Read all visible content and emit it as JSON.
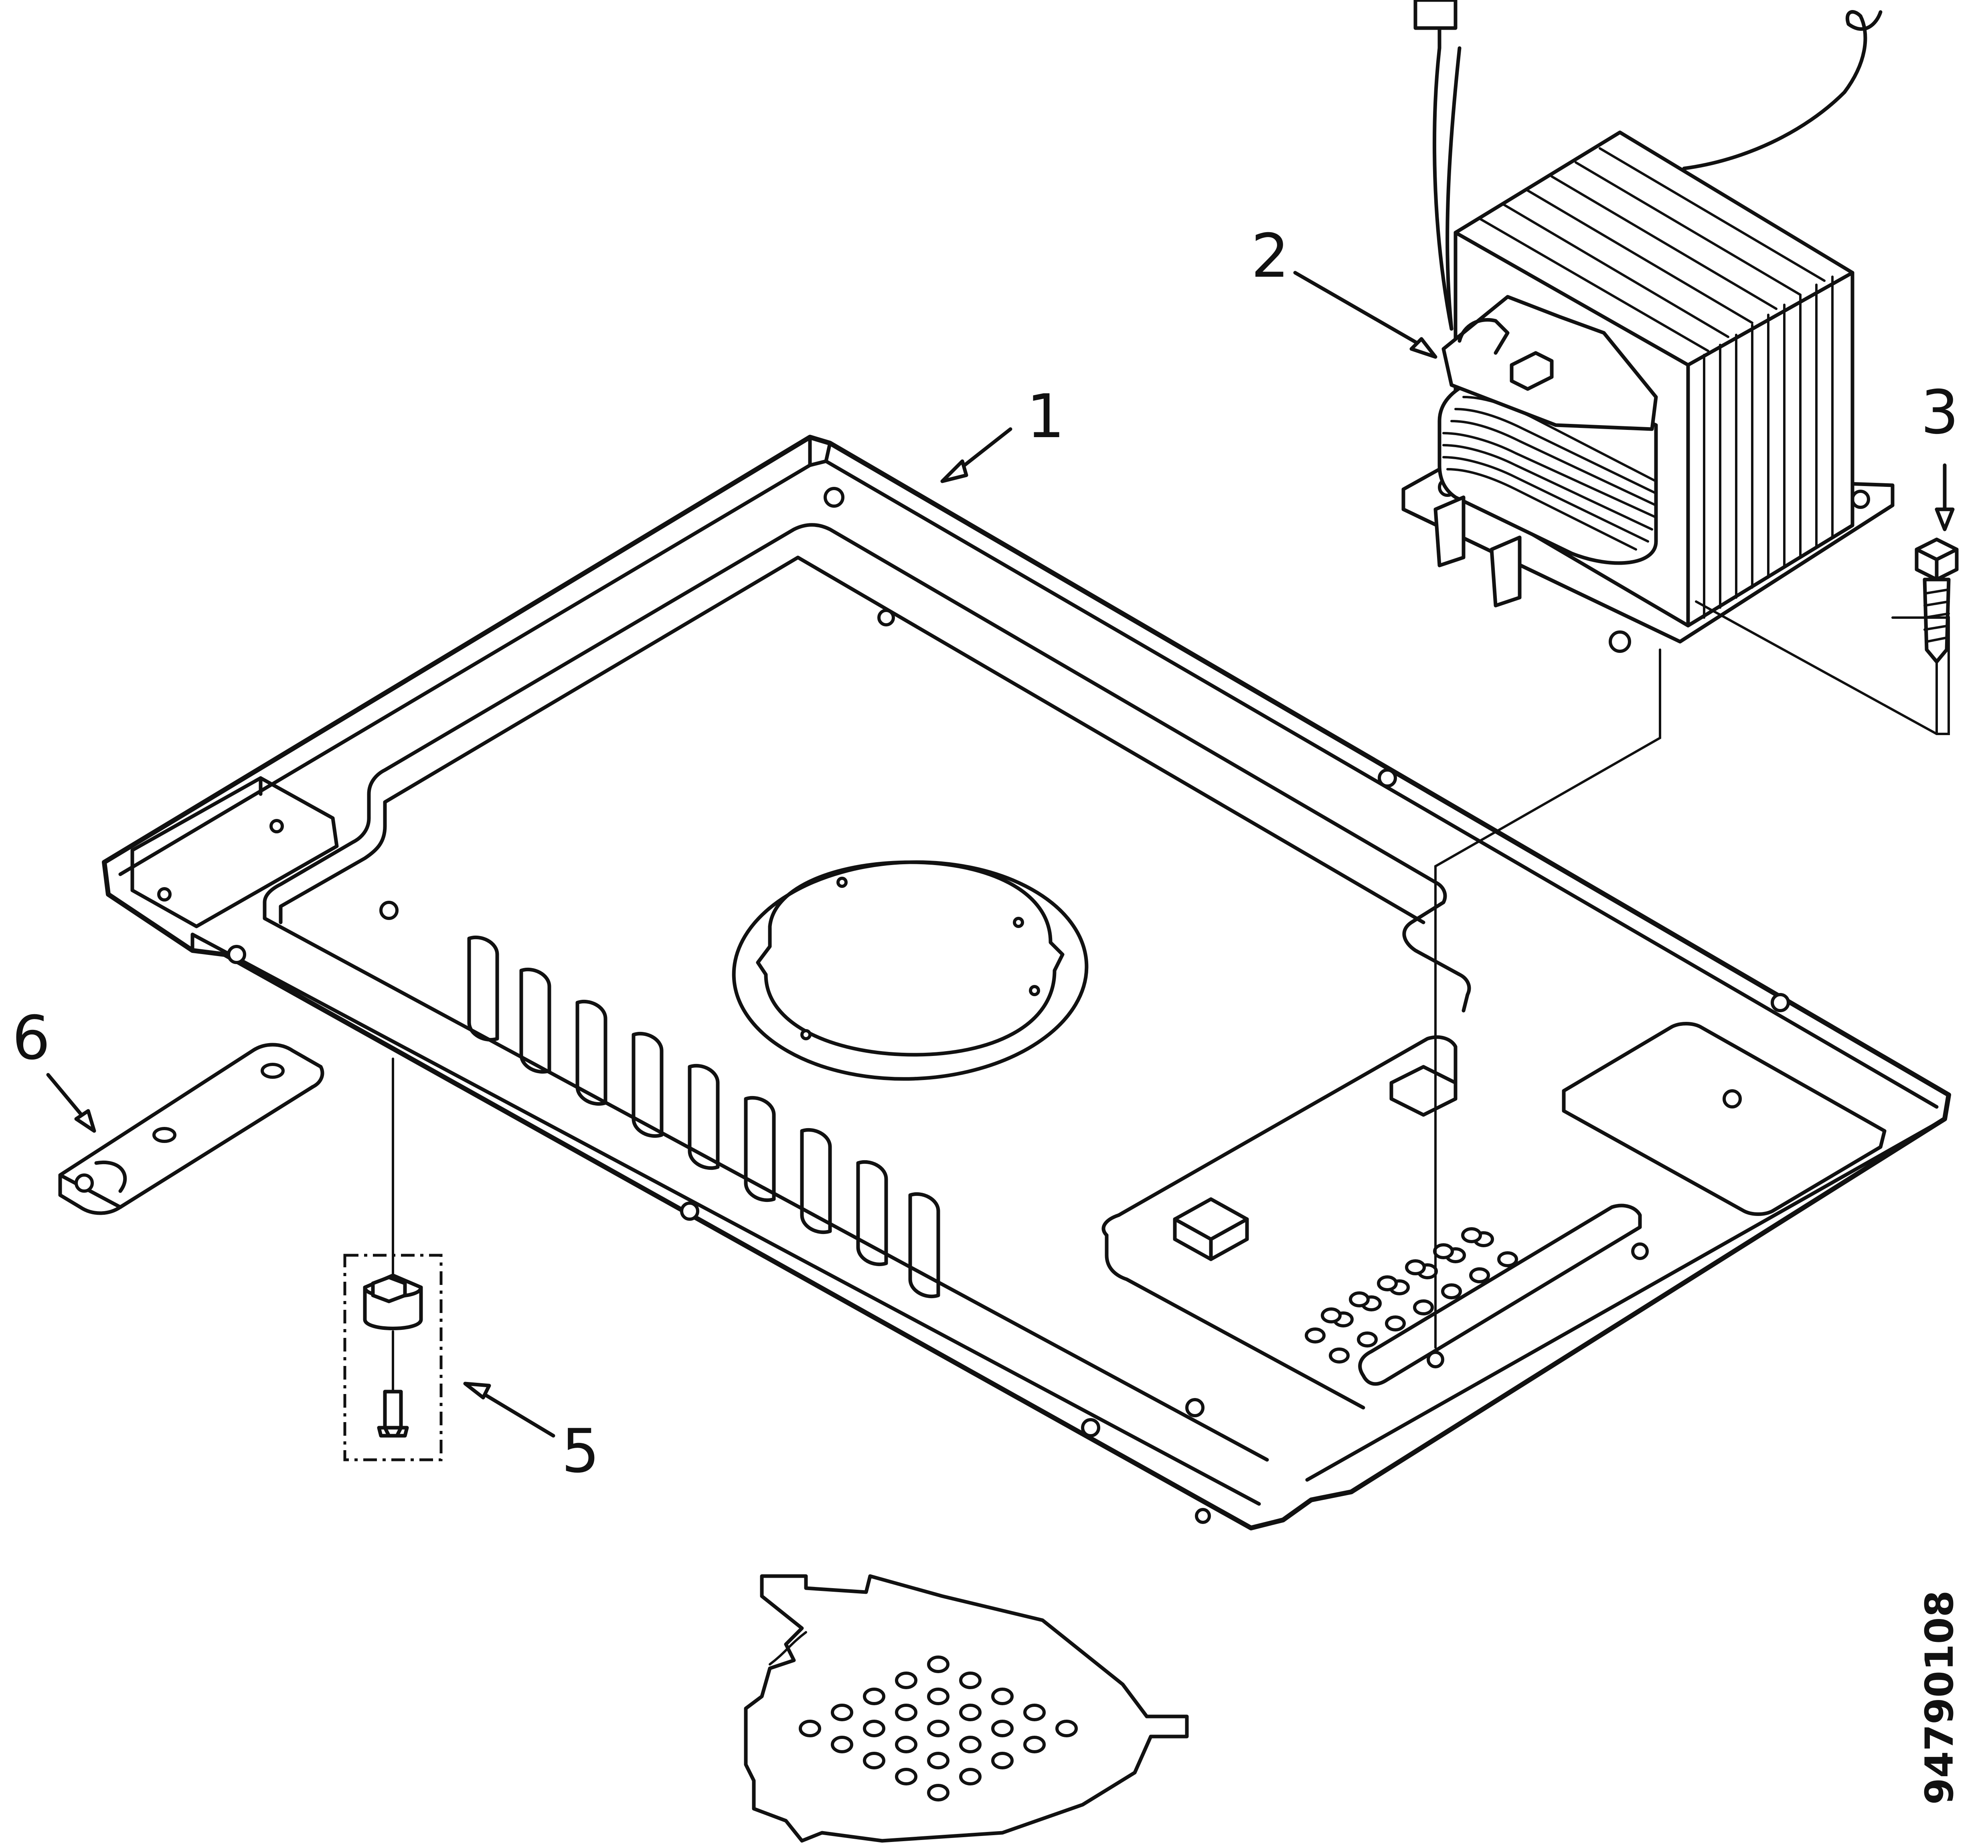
{
  "callouts": {
    "c1": "1",
    "c2": "2",
    "c3": "3",
    "c5": "5",
    "c6": "6"
  },
  "document_number": "94790108",
  "colors": {
    "ink": "#111111",
    "paper": "#ffffff"
  }
}
